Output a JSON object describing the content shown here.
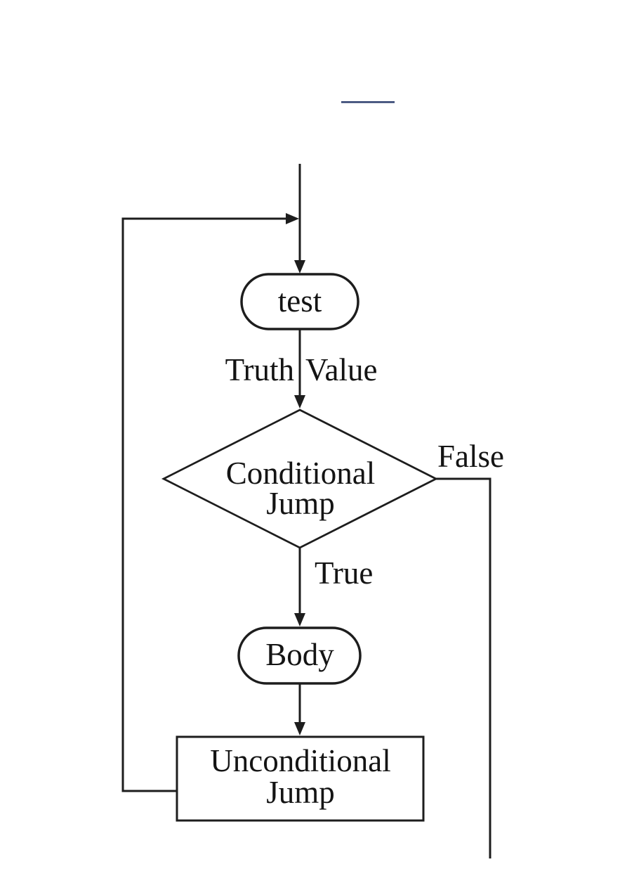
{
  "page": {
    "background": "#ffffff"
  },
  "decoration": {
    "underline_color": "#2e3f6e"
  },
  "flowchart": {
    "stroke_color": "#1d1d1d",
    "text_color": "#141414",
    "nodes": {
      "test": {
        "shape": "stadium",
        "label": "test"
      },
      "conditional_jump": {
        "shape": "diamond",
        "line1": "Conditional",
        "line2": "Jump"
      },
      "body": {
        "shape": "stadium",
        "label": "Body"
      },
      "unconditional_jump": {
        "shape": "rectangle",
        "line1": "Unconditional",
        "line2": "Jump"
      }
    },
    "edge_labels": {
      "truth": "Truth",
      "value": "Value",
      "true_branch": "True",
      "false_branch": "False"
    }
  }
}
